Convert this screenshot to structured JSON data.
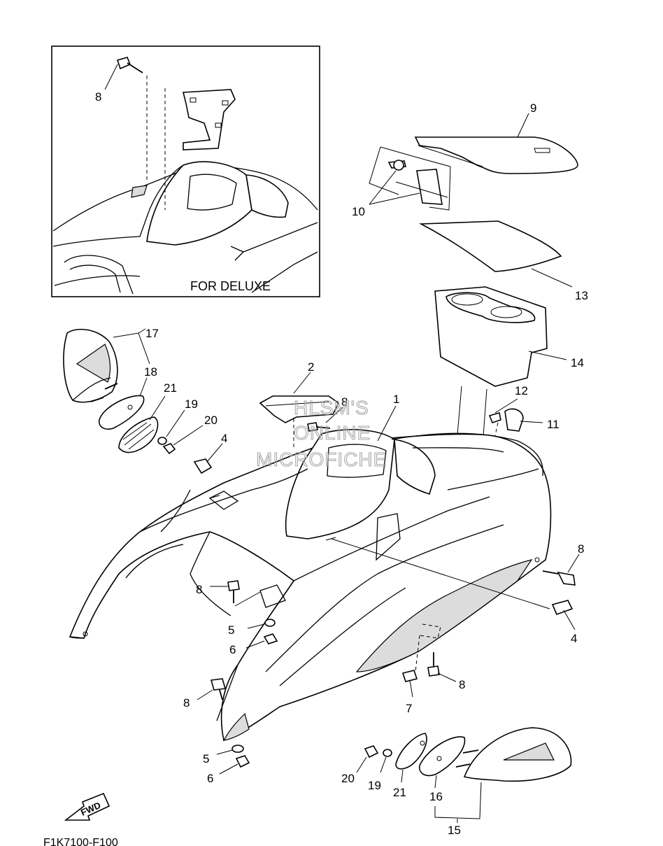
{
  "inset": {
    "label": "FOR DELUXE",
    "part_8": "8"
  },
  "watermark": [
    "HLSM'S",
    "ONLINE",
    "MICROFICHE"
  ],
  "callouts": {
    "c1": "1",
    "c2": "2",
    "c4a": "4",
    "c4b": "4",
    "c5a": "5",
    "c5b": "5",
    "c6a": "6",
    "c6b": "6",
    "c7": "7",
    "c8a": "8",
    "c8b": "8",
    "c8c": "8",
    "c8d": "8",
    "c8e": "8",
    "c9": "9",
    "c10": "10",
    "c11": "11",
    "c12": "12",
    "c13": "13",
    "c14": "14",
    "c15": "15",
    "c16": "16",
    "c17": "17",
    "c18": "18",
    "c19a": "19",
    "c19b": "19",
    "c20a": "20",
    "c20b": "20",
    "c21a": "21",
    "c21b": "21"
  },
  "fwd_label": "FWD",
  "drawing_code": "F1K7100-F100"
}
